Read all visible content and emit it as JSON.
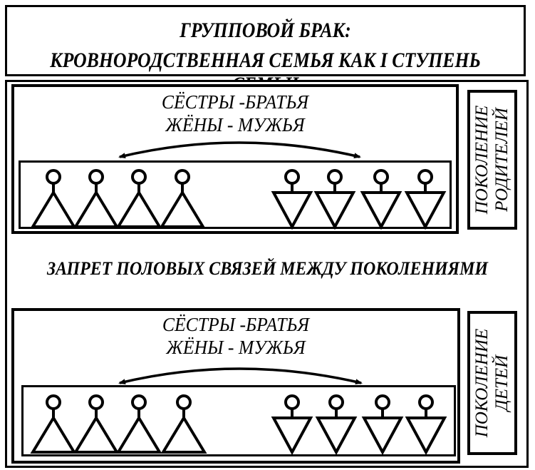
{
  "title": {
    "line1": "ГРУППОВОЙ БРАК:",
    "line2": "КРОВНОРОДСТВЕННАЯ СЕМЬЯ КАК I СТУПЕНЬ СЕМЬИ"
  },
  "generations": [
    {
      "roles_line1": "СЁСТРЫ -БРАТЬЯ",
      "roles_line2": "ЖЁНЫ - МУЖЬЯ",
      "side_label_line1": "ПОКОЛЕНИЕ",
      "side_label_line2": "РОДИТЕЛЕЙ",
      "female_figures": 4,
      "male_figures": 4
    },
    {
      "roles_line1": "СЁСТРЫ -БРАТЬЯ",
      "roles_line2": "ЖЁНЫ - МУЖЬЯ",
      "side_label_line1": "ПОКОЛЕНИЕ",
      "side_label_line2": "ДЕТЕЙ",
      "female_figures": 4,
      "male_figures": 4
    }
  ],
  "ban_text": "ЗАПРЕТ ПОЛОВЫХ СВЯЗЕЙ МЕЖДУ ПОКОЛЕНИЯМИ",
  "figure_icons": {
    "female": "triangle-up-person-icon",
    "male": "triangle-down-person-icon"
  },
  "colors": {
    "ink": "#000000",
    "background": "#ffffff"
  }
}
